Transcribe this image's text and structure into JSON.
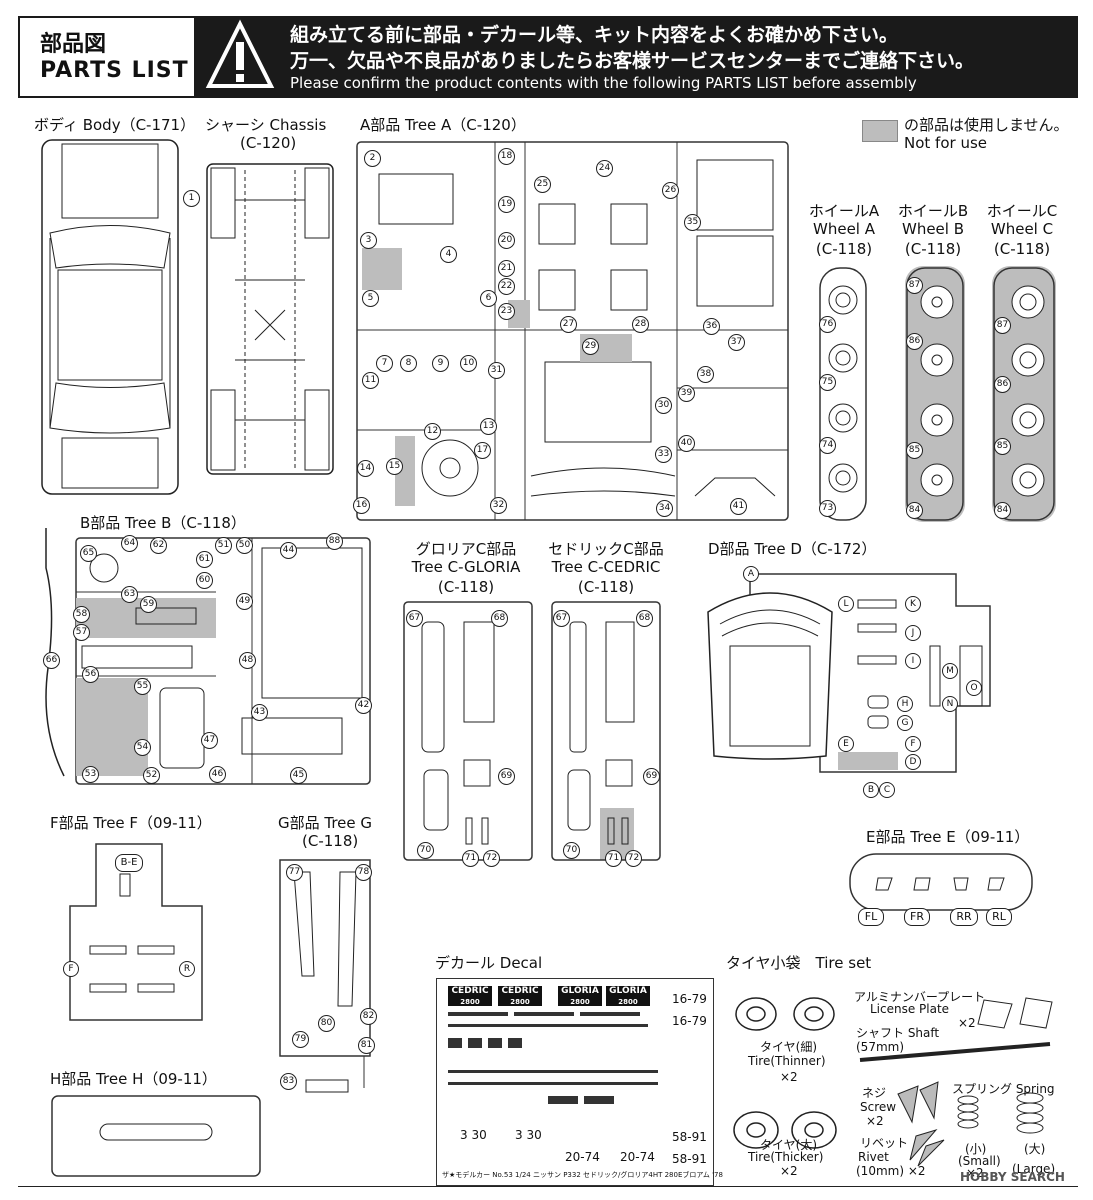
{
  "header": {
    "title_jp": "部品図",
    "title_en": "PARTS LIST",
    "warning_line1": "組み立てる前に部品・デカール等、キット内容をよくお確かめ下さい。",
    "warning_line2": "万一、欠品や不良品がありましたらお客様サービスセンターまでご連絡下さい。",
    "warning_line3": "Please confirm the product contents with the following PARTS LIST before assembly"
  },
  "legend": {
    "line1": "の部品は使用しません。",
    "line2": "Not for use"
  },
  "sections": {
    "body": "ボディ Body（C-171）",
    "chassis_1": "シャーシ Chassis",
    "chassis_2": "(C-120)",
    "tree_a": "A部品 Tree A（C-120）",
    "wheel_a_1": "ホイールA",
    "wheel_a_2": "Wheel A",
    "wheel_a_3": "(C-118)",
    "wheel_b_1": "ホイールB",
    "wheel_b_2": "Wheel B",
    "wheel_b_3": "(C-118)",
    "wheel_c_1": "ホイールC",
    "wheel_c_2": "Wheel C",
    "wheel_c_3": "(C-118)",
    "tree_b": "B部品 Tree B（C-118）",
    "tree_c_gloria_1": "グロリアC部品",
    "tree_c_gloria_2": "Tree C-GLORIA",
    "tree_c_gloria_3": "(C-118)",
    "tree_c_cedric_1": "セドリックC部品",
    "tree_c_cedric_2": "Tree C-CEDRIC",
    "tree_c_cedric_3": "(C-118)",
    "tree_d": "D部品 Tree D（C-172）",
    "tree_f": "F部品 Tree F（09-11）",
    "tree_g_1": "G部品 Tree G",
    "tree_g_2": "(C-118)",
    "tree_e": "E部品 Tree E（09-11）",
    "tree_h": "H部品 Tree H（09-11）",
    "decal": "デカール Decal",
    "tire_set": "タイヤ小袋　Tire set"
  },
  "tire_set_items": {
    "plate_jp": "アルミナンバープレート",
    "plate_en": "License Plate",
    "plate_qty": "×2",
    "shaft_jp": "シャフト Shaft",
    "shaft_en": "(57mm)",
    "tire_thin_jp": "タイヤ(細)",
    "tire_thin_en": "Tire(Thinner)",
    "tire_thin_qty": "×2",
    "screw_jp": "ネジ",
    "screw_en": "Screw",
    "screw_qty": "×2",
    "spring_jp": "スプリング Spring",
    "spring_small_jp": "(小)",
    "spring_small_en": "(Small)",
    "spring_small_qty": "×2",
    "spring_large_jp": "(大)",
    "spring_large_en": "(Large)",
    "tire_thick_jp": "タイヤ(太)",
    "tire_thick_en": "Tire(Thicker)",
    "tire_thick_qty": "×2",
    "rivet_jp": "リベット",
    "rivet_en": "Rivet",
    "rivet_size": "(10mm) ×2"
  },
  "decal_items": {
    "logo1": "CEDRIC",
    "logo1_sub": "2800",
    "logo2": "CEDRIC",
    "logo2_sub": "2800",
    "logo3": "GLORIA",
    "logo3_sub": "2800",
    "logo4": "GLORIA",
    "logo4_sub": "2800",
    "plate1": "16-79",
    "plate2": "16-79",
    "plate3": "3 30",
    "plate4": "3 30",
    "plate5": "20-74",
    "plate6": "20-74",
    "plate7": "58-91",
    "plate8": "58-91",
    "caption": "ザ★モデルカー No.53 1/24 ニッサン P332 セドリック/グロリア4HT 280Eブロアム '78"
  },
  "tree_e_labels": [
    "FL",
    "FR",
    "RR",
    "RL"
  ],
  "tree_f_labels": {
    "top": "B-E",
    "left": "F",
    "right": "R"
  },
  "tree_d_letters": [
    "A",
    "L",
    "K",
    "J",
    "I",
    "M",
    "O",
    "N",
    "H",
    "G",
    "E",
    "F",
    "D",
    "B",
    "C"
  ],
  "part_numbers": {
    "chassis": [
      "1"
    ],
    "tree_a": [
      "2",
      "3",
      "4",
      "5",
      "6",
      "7",
      "8",
      "9",
      "10",
      "11",
      "12",
      "13",
      "14",
      "15",
      "16",
      "17",
      "18",
      "19",
      "20",
      "21",
      "22",
      "23",
      "24",
      "25",
      "26",
      "27",
      "28",
      "29",
      "30",
      "31",
      "32",
      "33",
      "34",
      "35",
      "36",
      "37",
      "38",
      "39",
      "40",
      "41"
    ],
    "wheel_a": [
      "76",
      "75",
      "74",
      "73"
    ],
    "wheel_b": [
      "87",
      "86",
      "85",
      "84"
    ],
    "wheel_c": [
      "87",
      "86",
      "85",
      "84"
    ],
    "tree_b": [
      "65",
      "64",
      "62",
      "61",
      "51",
      "50",
      "44",
      "88",
      "63",
      "60",
      "58",
      "57",
      "59",
      "49",
      "56",
      "48",
      "55",
      "43",
      "54",
      "47",
      "42",
      "53",
      "52",
      "46",
      "45",
      "66"
    ],
    "tree_c_gloria": [
      "67",
      "68",
      "69",
      "70",
      "71",
      "72"
    ],
    "tree_c_cedric": [
      "67",
      "68",
      "69",
      "70",
      "71",
      "72"
    ],
    "tree_g": [
      "77",
      "78",
      "79",
      "80",
      "81",
      "82",
      "83"
    ]
  },
  "watermark": "HOBBY SEARCH",
  "colors": {
    "not_for_use": "#bdbdbd",
    "header_bg": "#1a1a1a"
  }
}
